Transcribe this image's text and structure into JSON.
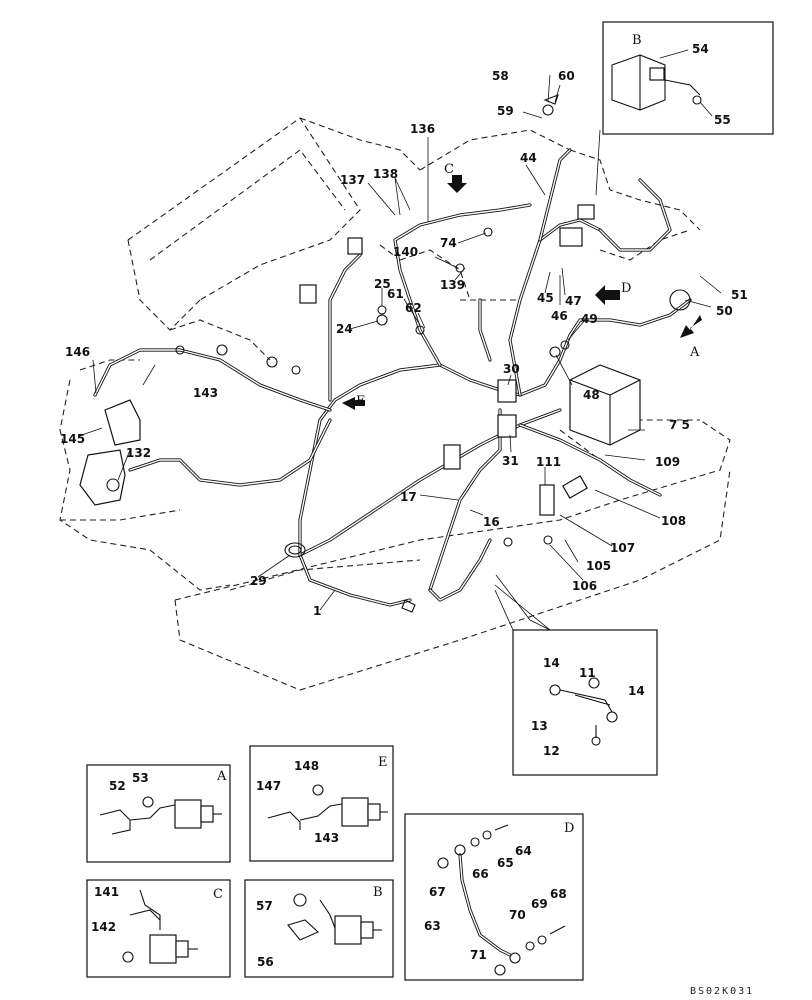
{
  "drawing_code": "BS02K031",
  "labels": {
    "n1": "1",
    "n11": "11",
    "n12": "12",
    "n13": "13",
    "n14a": "14",
    "n14b": "14",
    "n16": "16",
    "n17": "17",
    "n24": "24",
    "n25": "25",
    "n29": "29",
    "n30": "30",
    "n31": "31",
    "n44": "44",
    "n45": "45",
    "n46": "46",
    "n47": "47",
    "n48": "48",
    "n49": "49",
    "n50": "50",
    "n51": "51",
    "n52": "52",
    "n53": "53",
    "n54": "54",
    "n55": "55",
    "n56": "56",
    "n57": "57",
    "n58": "58",
    "n59": "59",
    "n60": "60",
    "n61": "61",
    "n62": "62",
    "n63": "63",
    "n64": "64",
    "n65": "65",
    "n66": "66",
    "n67": "67",
    "n68": "68",
    "n69": "69",
    "n70": "70",
    "n71": "71",
    "n74": "74",
    "n75": "7 5",
    "n105": "105",
    "n106": "106",
    "n107": "107",
    "n108": "108",
    "n109": "109",
    "n111": "111",
    "n132": "132",
    "n136": "136",
    "n137": "137",
    "n138": "138",
    "n139": "139",
    "n140": "140",
    "n141": "141",
    "n142": "142",
    "n143a": "143",
    "n143b": "143",
    "n145": "145",
    "n146": "146",
    "n147": "147",
    "n148": "148"
  },
  "details": {
    "A": "A",
    "B": "B",
    "C": "C",
    "D": "D",
    "E": "E",
    "arrowA": "A",
    "arrowB": "B",
    "arrowC": "C",
    "arrowD": "D",
    "arrowE": "E"
  }
}
